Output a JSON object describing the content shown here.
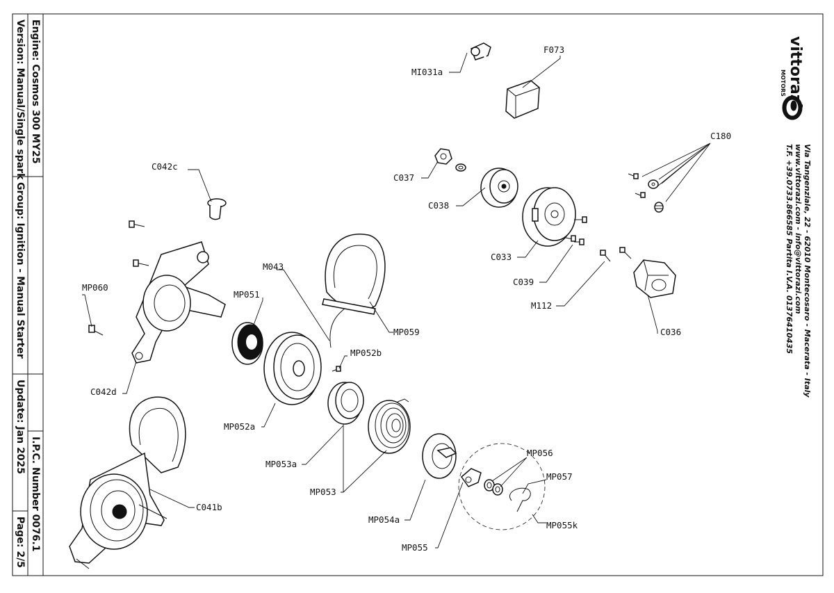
{
  "title_block": {
    "engine": "Engine: Cosmos 300 MY25",
    "version": "Version: Manual/Single spark",
    "group": "Group: Ignition - Manual Starter",
    "update": "Update: Jan 2025",
    "ipc": "I.P.C. Number 0076.1",
    "page": "Page: 2/5"
  },
  "company": {
    "brand": "vittorazi",
    "brand_sub": "MOTORS",
    "address_line1": "Via Tangenziale, 22 - 62010 Montecosaro - Macerata - Italy",
    "address_line2": "www.vittorazi.com - info@vittorazi.com",
    "address_line3": "T.F. +39.0733.866585 Partita I.V.A. 01376410435"
  },
  "part_labels": {
    "F073": "F073",
    "MI031a": "MI031a",
    "C180": "C180",
    "C037": "C037",
    "C038": "C038",
    "C033": "C033",
    "C039": "C039",
    "M112": "M112",
    "C036": "C036",
    "C042c": "C042c",
    "MP060": "MP060",
    "C042d": "C042d",
    "MP051": "MP051",
    "M043": "M043",
    "MP059": "MP059",
    "MP052b": "MP052b",
    "MP052a": "MP052a",
    "MP053a": "MP053a",
    "MP053": "MP053",
    "MP054a": "MP054a",
    "MP055": "MP055",
    "MP056": "MP056",
    "MP057": "MP057",
    "MP055k": "MP055k",
    "C041b": "C041b"
  }
}
